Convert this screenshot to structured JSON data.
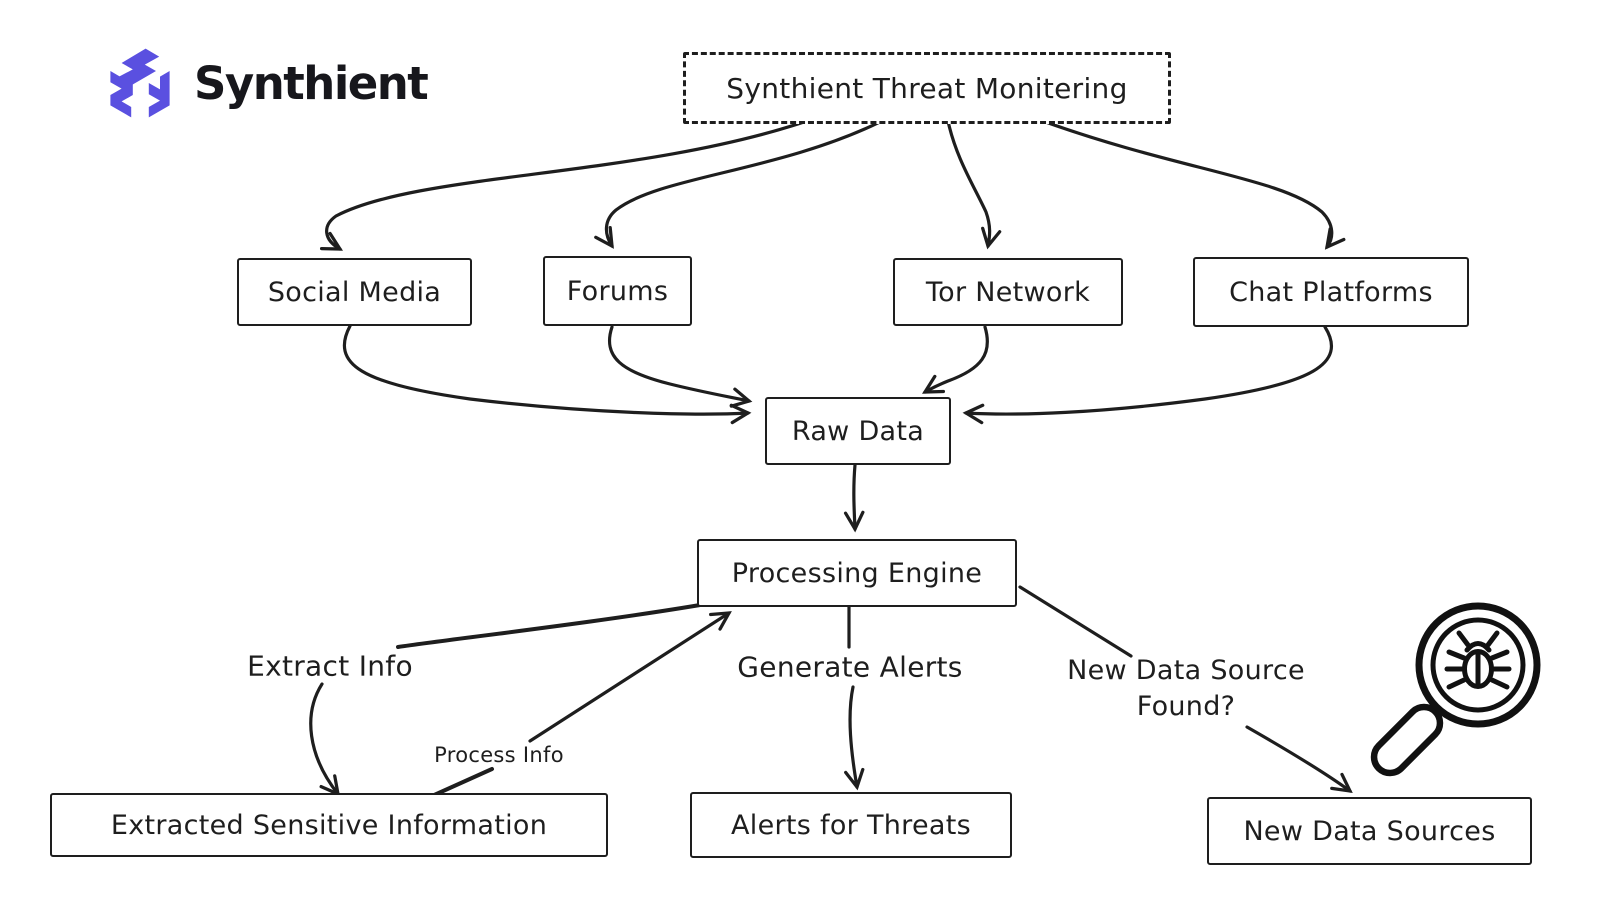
{
  "brand": {
    "name": "Synthient"
  },
  "diagram": {
    "title": "Synthient Threat Monitering",
    "nodes": {
      "social_media": "Social Media",
      "forums": "Forums",
      "tor_network": "Tor Network",
      "chat_platforms": "Chat Platforms",
      "raw_data": "Raw Data",
      "processing_engine": "Processing Engine",
      "extracted_info": "Extracted Sensitive Information",
      "alerts": "Alerts for Threats",
      "new_sources": "New Data Sources"
    },
    "edge_labels": {
      "extract_info": "Extract Info",
      "process_info": "Process Info",
      "generate_alerts": "Generate Alerts",
      "new_source_found_line1": "New Data Source",
      "new_source_found_line2": "Found?"
    },
    "icons": {
      "logo": "synthient-cube-logo",
      "magnifier_bug": "bug-magnifier-icon"
    }
  },
  "colors": {
    "ink": "#1e1e1e",
    "brand_purple": "#5a50e0",
    "wordmark": "#17171c",
    "background": "#ffffff"
  }
}
